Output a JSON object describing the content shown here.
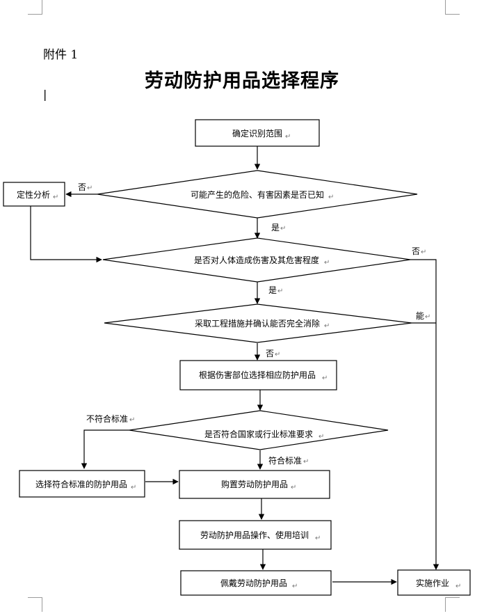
{
  "header": {
    "attachment": "附件 1",
    "title": "劳动防护用品选择程序"
  },
  "flow": {
    "nodes": {
      "scope": "确定识别范围",
      "hazard_known": "可能产生的危险、有害因素是否已知",
      "qualitative": "定性分析",
      "injury_degree": "是否对人体造成伤害及其危害程度",
      "engineering": "采取工程措施并确认能否完全消除",
      "select_by_part": "根据伤害部位选择相应防护用品",
      "meets_standard": "是否符合国家或行业标准要求",
      "select_compliant": "选择符合标准的防护用品",
      "purchase": "购置劳动防护用品",
      "training": "劳动防护用品操作、使用培训",
      "wear": "佩戴劳动防护用品",
      "implement": "实施作业"
    },
    "edges": {
      "no_1": "否",
      "yes_1": "是",
      "no_2": "否",
      "yes_2": "是",
      "can": "能",
      "no_3": "否",
      "not_compliant": "不符合标准",
      "compliant": "符合标准"
    }
  }
}
